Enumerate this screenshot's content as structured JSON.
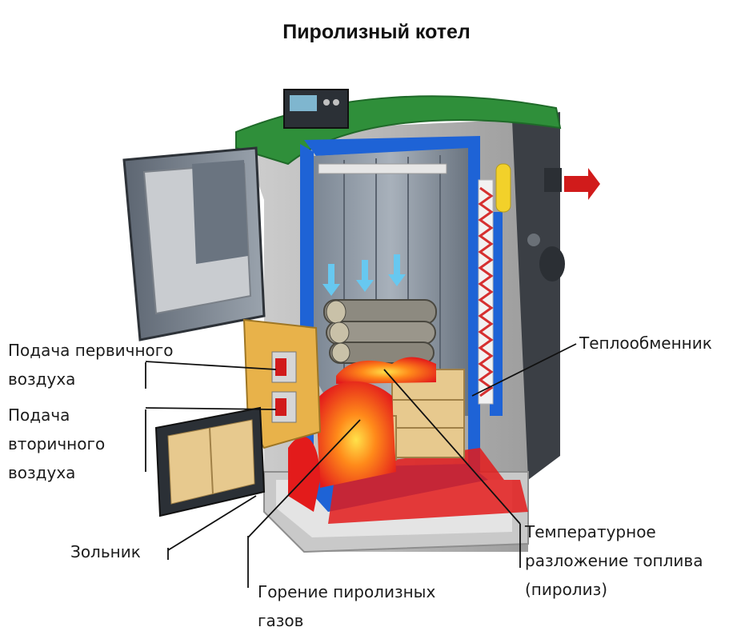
{
  "title": "Пиролизный котел",
  "labels": {
    "primary_air": "Подача первичного\nвоздуха",
    "secondary_air": "Подача\nвторичного\nвоздуха",
    "ash_pan": "Зольник",
    "gas_combustion": "Горение пиролизных\nгазов",
    "heat_exchanger": "Теплообменник",
    "pyrolysis": "Температурное\nразложение топлива\n(пиролиз)"
  },
  "colors": {
    "water_jacket": "#1e63d6",
    "flame": "#e02020",
    "lid": "#2f8f3a",
    "body": "#d6d6d6",
    "insulation": "#e8b24a",
    "exhaust_arrow": "#d11b1b",
    "airflow_arrow": "#67c8f0"
  }
}
